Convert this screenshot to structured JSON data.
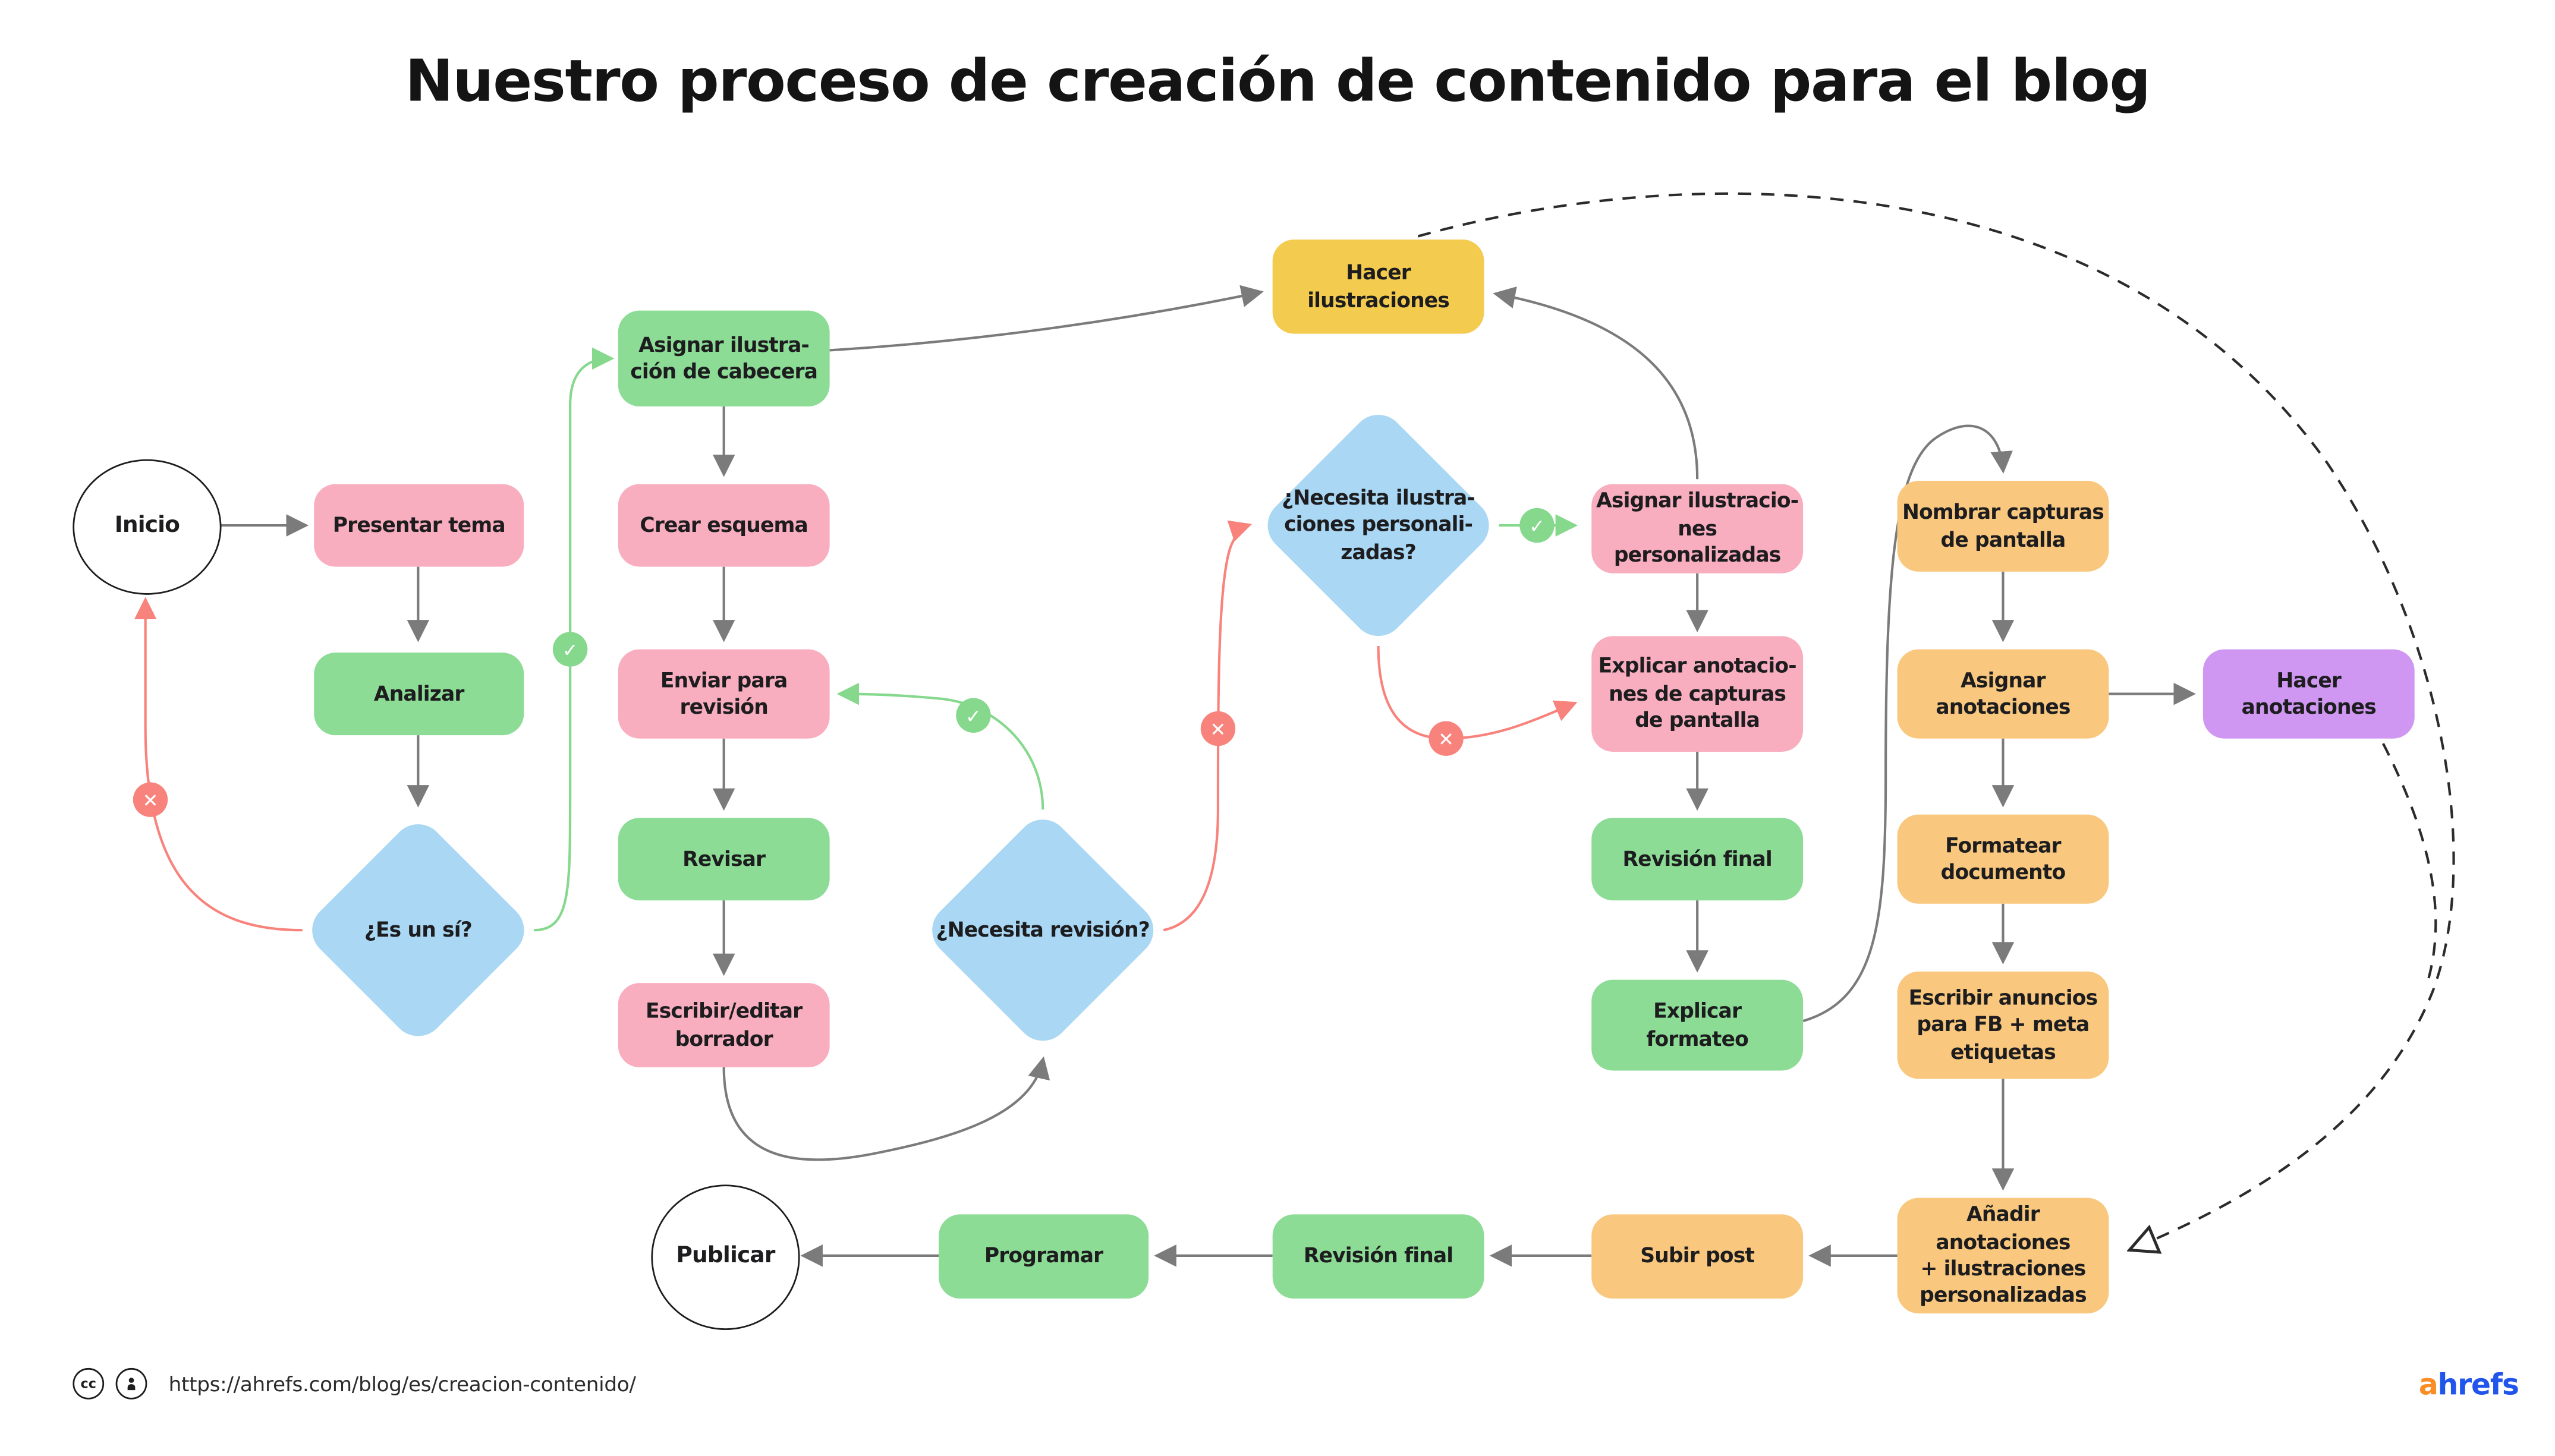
{
  "title": "Nuestro proceso de creación de contenido para el blog",
  "nodes": {
    "inicio": {
      "label": "Inicio"
    },
    "presentar_tema": {
      "label": "Presentar tema"
    },
    "analizar": {
      "label": "Analizar"
    },
    "es_un_si": {
      "label": "¿Es un sí?"
    },
    "asignar_cabecera": {
      "label": "Asignar ilustra-\nción de cabecera"
    },
    "crear_esquema": {
      "label": "Crear esquema"
    },
    "enviar_revision": {
      "label": "Enviar para\nrevisión"
    },
    "revisar": {
      "label": "Revisar"
    },
    "escribir_borrador": {
      "label": "Escribir/editar\nborrador"
    },
    "hacer_ilustraciones": {
      "label": "Hacer\nilustraciones"
    },
    "necesita_revision": {
      "label": "¿Necesita revisión?"
    },
    "necesita_ilustraciones": {
      "label": "¿Necesita ilustra-\nciones personali-\nzadas?"
    },
    "asignar_personalizadas": {
      "label": "Asignar ilustracio-\nnes personalizadas"
    },
    "explicar_anotaciones": {
      "label": "Explicar anotacio-\nnes de capturas\nde pantalla"
    },
    "revision_final": {
      "label": "Revisión final"
    },
    "explicar_formateo": {
      "label": "Explicar\nformateo"
    },
    "nombrar_capturas": {
      "label": "Nombrar capturas\nde pantalla"
    },
    "asignar_anotaciones": {
      "label": "Asignar\nanotaciones"
    },
    "hacer_anotaciones": {
      "label": "Hacer\nanotaciones"
    },
    "formatear_documento": {
      "label": "Formatear\ndocumento"
    },
    "escribir_anuncios": {
      "label": "Escribir anuncios\npara FB + meta\netiquetas"
    },
    "anadir_anotaciones": {
      "label": "Añadir anotaciones\n+ ilustraciones\npersonalizadas"
    },
    "subir_post": {
      "label": "Subir post"
    },
    "revision_final_2": {
      "label": "Revisión final"
    },
    "programar": {
      "label": "Programar"
    },
    "publicar": {
      "label": "Publicar"
    }
  },
  "badges": {
    "check_glyph": "✓",
    "cross_glyph": "✕"
  },
  "footer": {
    "cc_label": "cc",
    "url": "https://ahrefs.com/blog/es/creacion-contenido/"
  },
  "logo": {
    "prefix": "a",
    "rest": "hrefs"
  },
  "colors": {
    "pink": "#f9aec0",
    "green": "#8cdc96",
    "blue": "#a9d7f4",
    "yellow": "#f3cc4f",
    "orange": "#f9c87e",
    "purple": "#cf97f1",
    "edge_gray": "#7b7b7b",
    "yes_green": "#85d88c",
    "no_red": "#f8837c",
    "logo_orange": "#fb8c26",
    "logo_blue": "#2155eb"
  }
}
